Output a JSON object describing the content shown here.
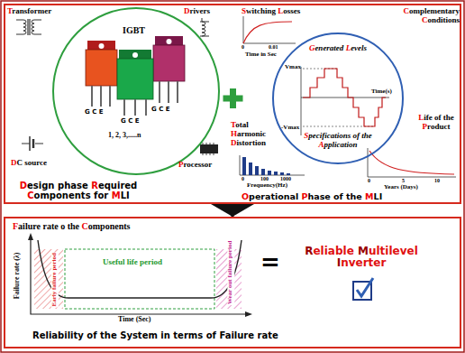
{
  "diagram": {
    "nodes": [
      {
        "text": [
          "Design phase Required Components for MLI",
          "Operational Phase of the MLI"
        ]
      },
      {
        "text": [
          "IGBT"
        ],
        "in": 0
      },
      {
        "text": [
          "Generated Levels",
          "Specifications of the Application"
        ],
        "in": 0
      },
      {
        "text": [
          "Failure rate o the Components",
          "Reliability of the System in terms of Failure rate"
        ]
      }
    ],
    "edges": [
      {
        "from": 0,
        "to": 3,
        "arrow": "to"
      }
    ],
    "labels": [
      "Transformer",
      "Drivers",
      "G C E",
      "G C E",
      "G C E",
      "1, 2, 3,.....n",
      "DC source",
      "Processor",
      "Switching Losses",
      "0",
      "0.01",
      "Time in Sec",
      "Complementary Conditions",
      "Vmax",
      "-Vmax",
      "Time(s)",
      "Total Harmonic Distortion",
      "0",
      "100",
      "1000",
      "Frequency(Hz)",
      "Life of the Product",
      "0",
      "5",
      "10",
      "Years (Days)",
      "Failure rate (λ)",
      "Early failure period",
      "Useful life period",
      "Wear out failure period",
      "Time (Sec)",
      "=",
      "Reliable Multilevel Inverter"
    ]
  }
}
